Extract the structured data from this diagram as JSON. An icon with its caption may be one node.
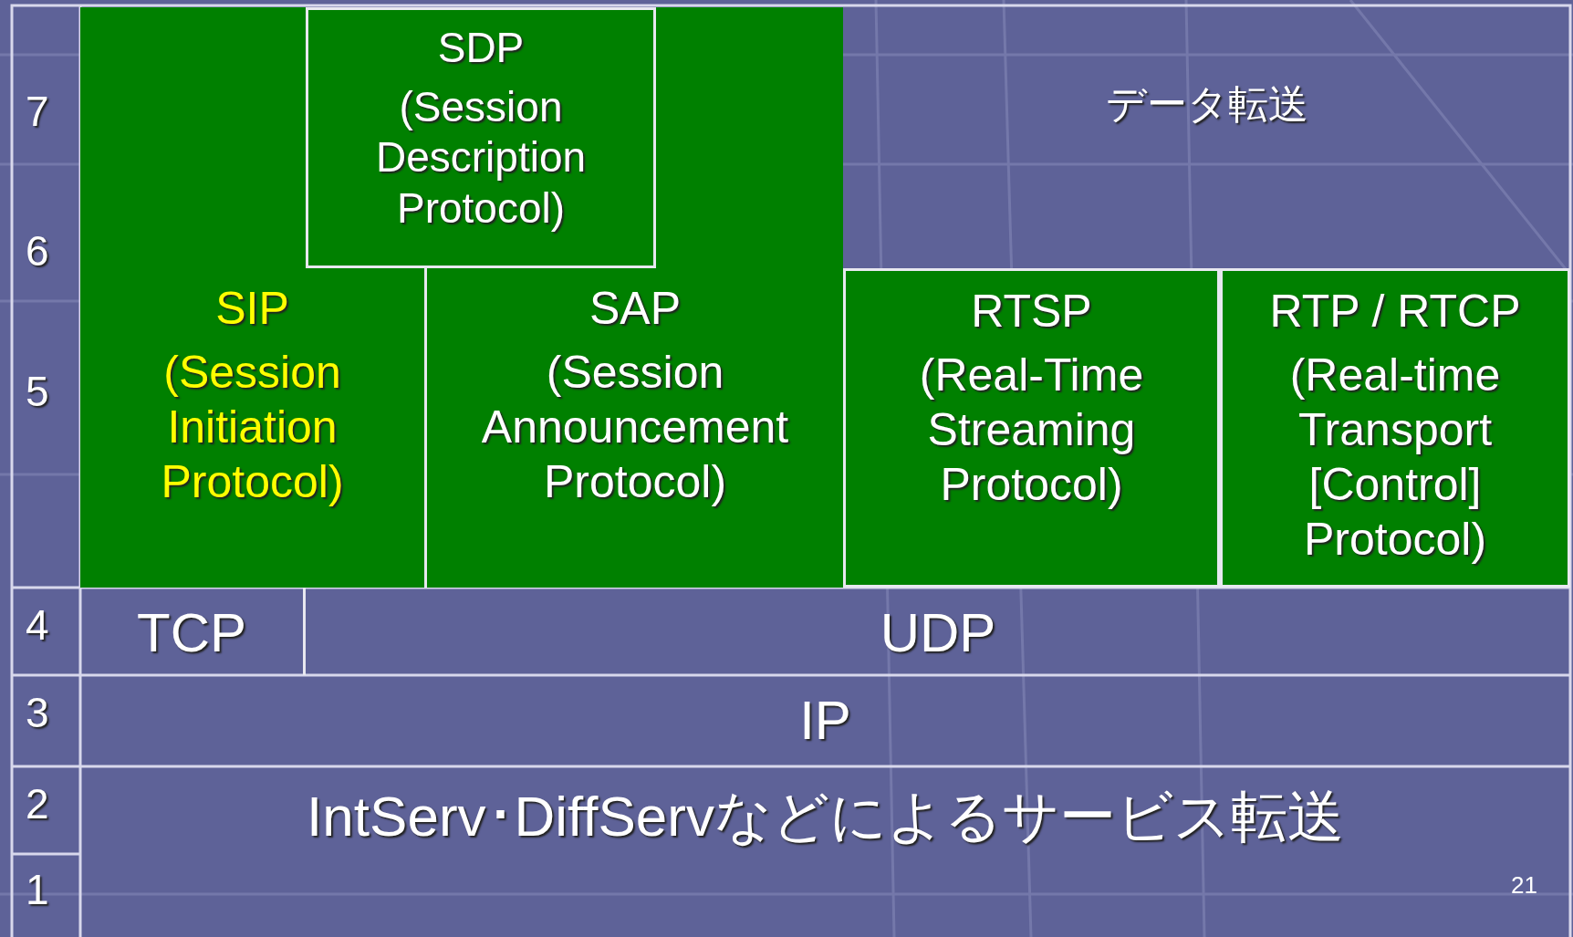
{
  "diagram": {
    "nodes": [
      {
        "text": [
          "SDP",
          "(Session Description Protocol)"
        ]
      },
      {
        "text": [
          "データ転送"
        ]
      },
      {
        "text": [
          "SIP",
          "(Session Initiation Protocol)"
        ]
      },
      {
        "text": [
          "SAP",
          "(Session Announcement Protocol)"
        ]
      },
      {
        "text": [
          "RTSP",
          "(Real-Time Streaming Protocol)"
        ]
      },
      {
        "text": [
          "RTP / RTCP",
          "(Real-time Transport [Control] Protocol)"
        ]
      },
      {
        "text": [
          "TCP"
        ]
      },
      {
        "text": [
          "UDP"
        ]
      },
      {
        "text": [
          "IP"
        ]
      },
      {
        "text": [
          "IntServ･DiffServなどによるサービス転送"
        ]
      }
    ],
    "labels": [
      "7",
      "6",
      "5",
      "4",
      "3",
      "2",
      "1",
      "21"
    ]
  }
}
